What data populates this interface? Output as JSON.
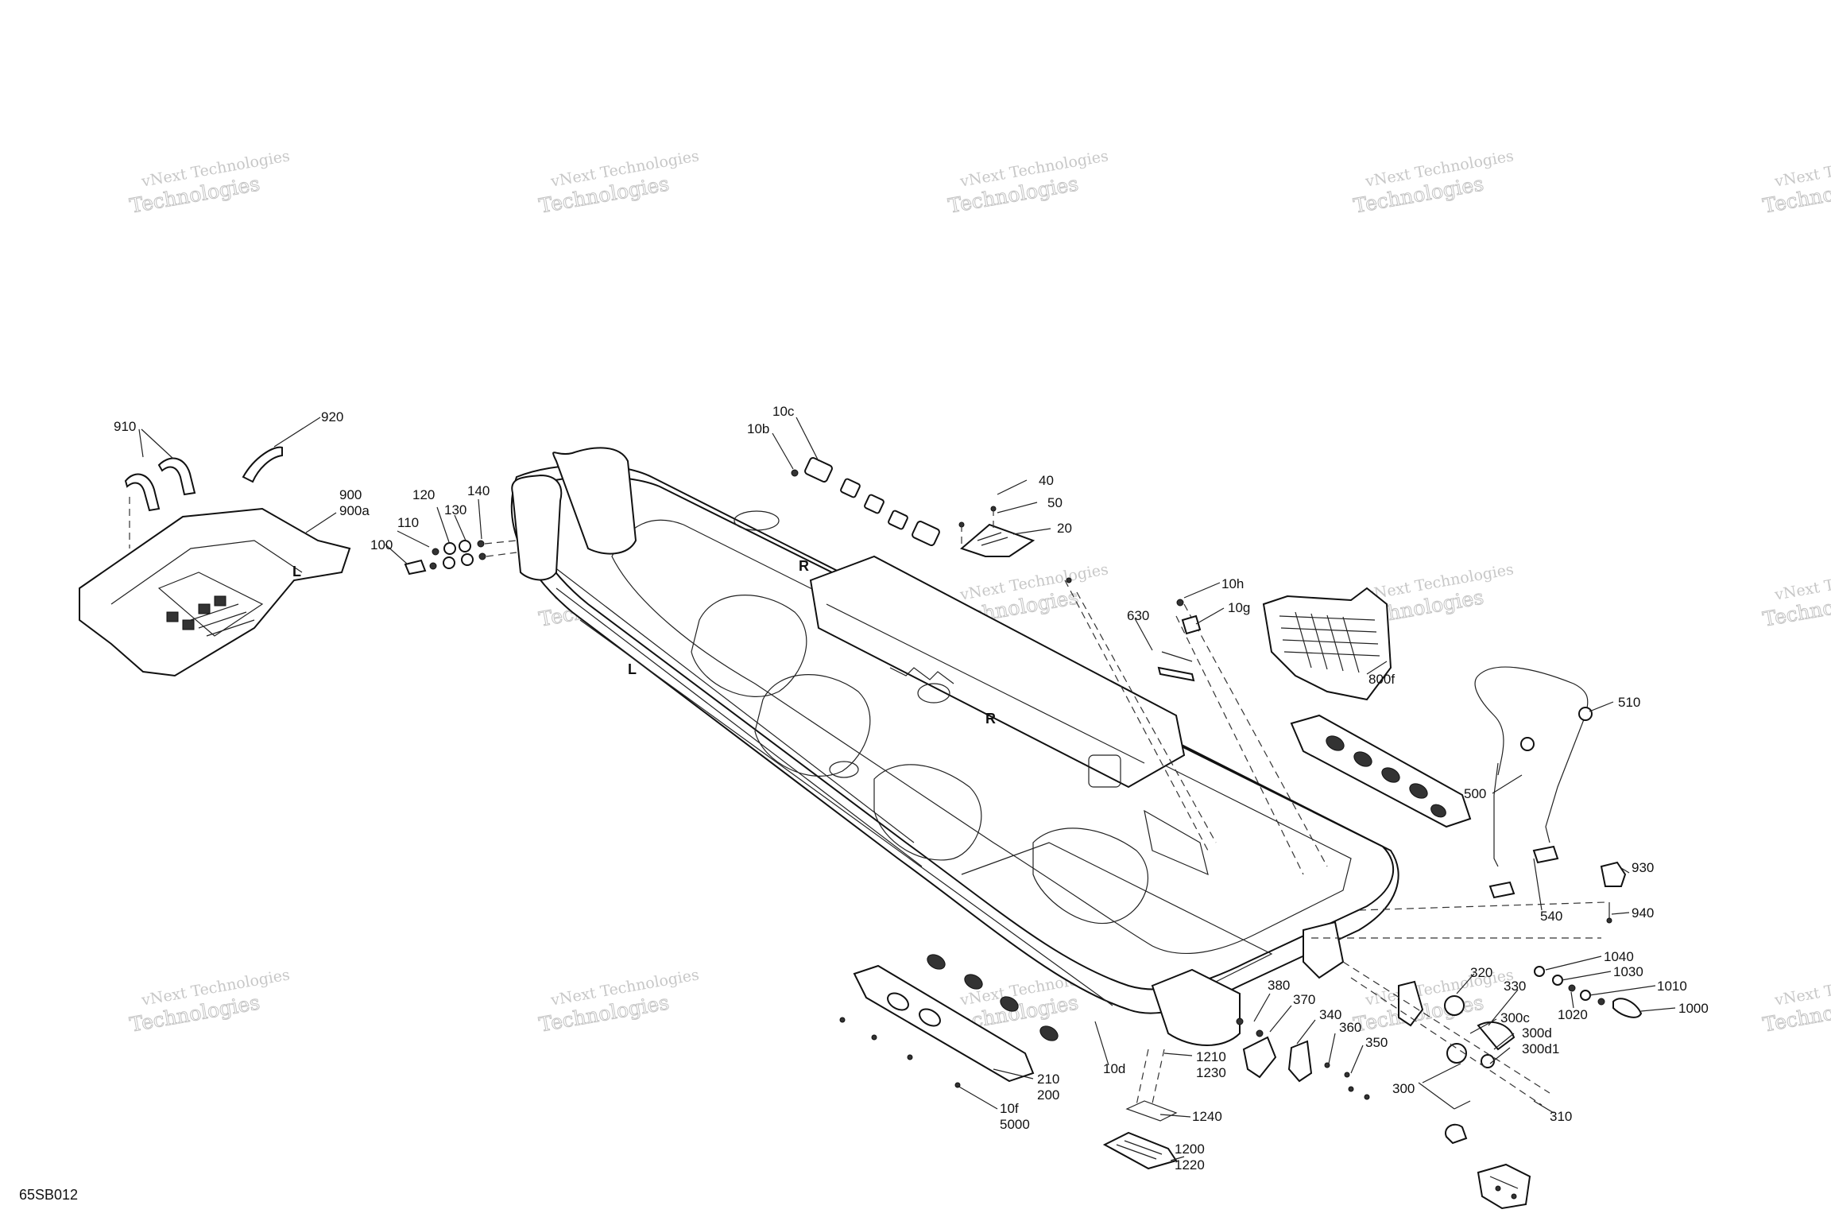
{
  "figure_code": "65SB012",
  "watermark": {
    "line1": "vNext Technologies",
    "line2": "Technologies"
  },
  "labels": [
    "910",
    "920",
    "900",
    "900a",
    "140",
    "120",
    "130",
    "110",
    "100",
    "10c",
    "10b",
    "40",
    "50",
    "20",
    "10h",
    "10g",
    "630",
    "800f",
    "510",
    "500",
    "930",
    "540",
    "940",
    "1040",
    "1030",
    "1010",
    "1000",
    "1020",
    "320",
    "330",
    "300c",
    "300d",
    "300d1",
    "300",
    "310",
    "380",
    "370",
    "340",
    "360",
    "350",
    "10d",
    "1210",
    "1230",
    "1240",
    "1200",
    "1220",
    "210",
    "200",
    "10f",
    "5000"
  ],
  "hull_letters": [
    "R",
    "L",
    "R"
  ]
}
